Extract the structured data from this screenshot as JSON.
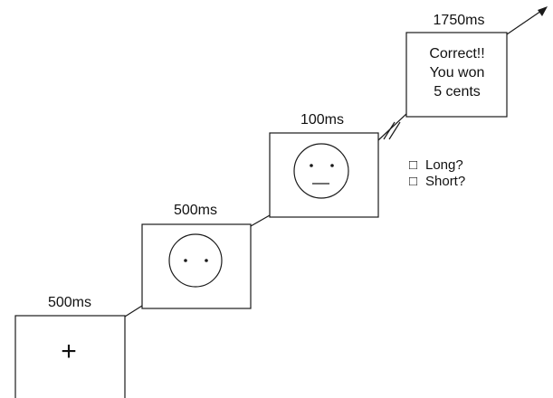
{
  "frames": [
    {
      "duration": "500ms",
      "content": "fixation-cross",
      "symbol": "+"
    },
    {
      "duration": "500ms",
      "content": "face-no-mouth"
    },
    {
      "duration": "100ms",
      "content": "face-neutral-mouth"
    },
    {
      "duration": "1750ms",
      "content": "feedback",
      "feedback_lines": [
        "Correct!!",
        "You won",
        "5 cents"
      ]
    }
  ],
  "response_options": [
    {
      "checkbox": "□",
      "label": "Long?"
    },
    {
      "checkbox": "□",
      "label": "Short?"
    }
  ],
  "colors": {
    "stroke": "#1a1a1a",
    "text": "#111111",
    "background": "#ffffff"
  }
}
